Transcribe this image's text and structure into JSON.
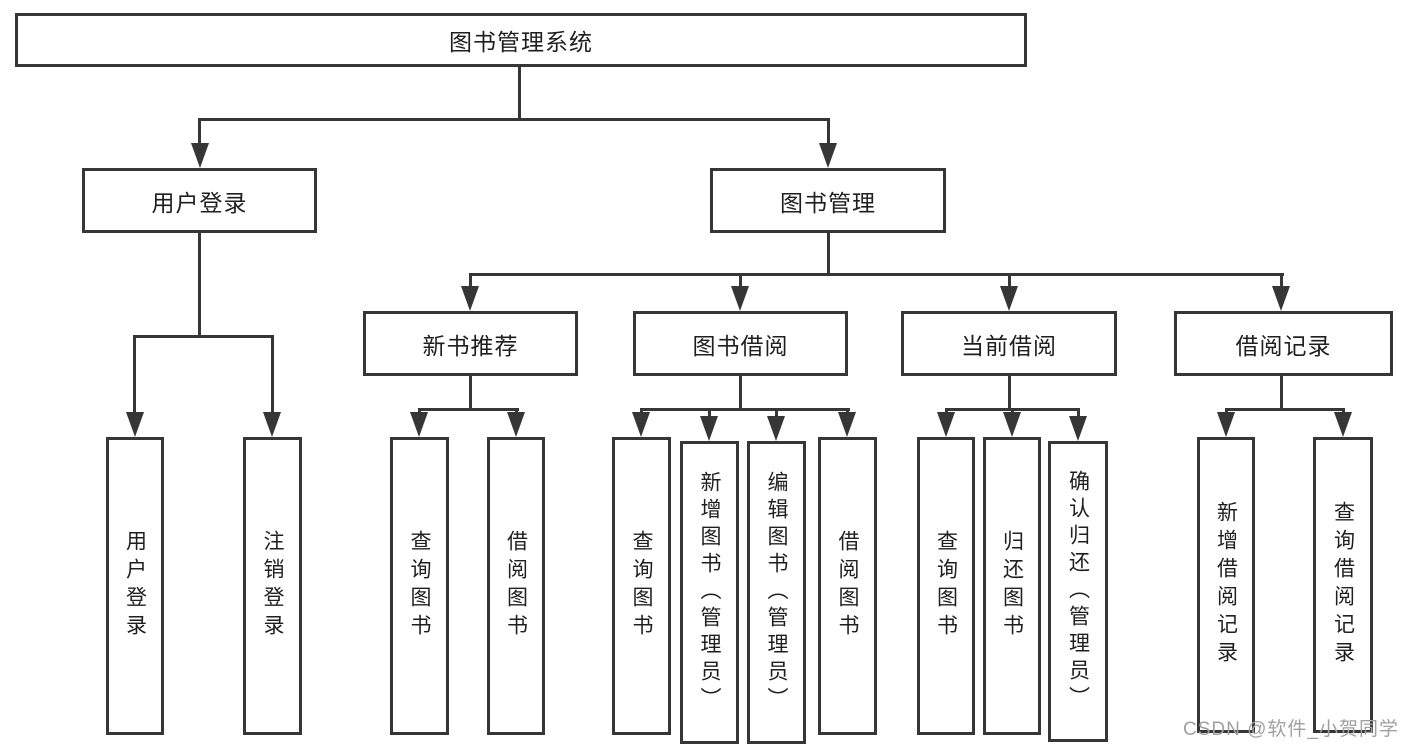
{
  "tree": {
    "label": "图书管理系统",
    "children": [
      {
        "label": "用户登录",
        "children": [
          {
            "label": "用户登录"
          },
          {
            "label": "注销登录"
          }
        ]
      },
      {
        "label": "图书管理",
        "children": [
          {
            "label": "新书推荐",
            "children": [
              {
                "label": "查询图书"
              },
              {
                "label": "借阅图书"
              }
            ]
          },
          {
            "label": "图书借阅",
            "children": [
              {
                "label": "查询图书"
              },
              {
                "label": "新增图书（管理员）"
              },
              {
                "label": "编辑图书（管理员）"
              },
              {
                "label": "借阅图书"
              }
            ]
          },
          {
            "label": "当前借阅",
            "children": [
              {
                "label": "查询图书"
              },
              {
                "label": "归还图书"
              },
              {
                "label": "确认归还（管理员）"
              }
            ]
          },
          {
            "label": "借阅记录",
            "children": [
              {
                "label": "新增借阅记录"
              },
              {
                "label": "查询借阅记录"
              }
            ]
          }
        ]
      }
    ]
  },
  "watermark": {
    "text": "CSDN @软件_小贺同学"
  },
  "colors": {
    "line": "#363636",
    "text": "#1f1f1f",
    "watermark": "#a0a0a0",
    "background": "#ffffff"
  }
}
